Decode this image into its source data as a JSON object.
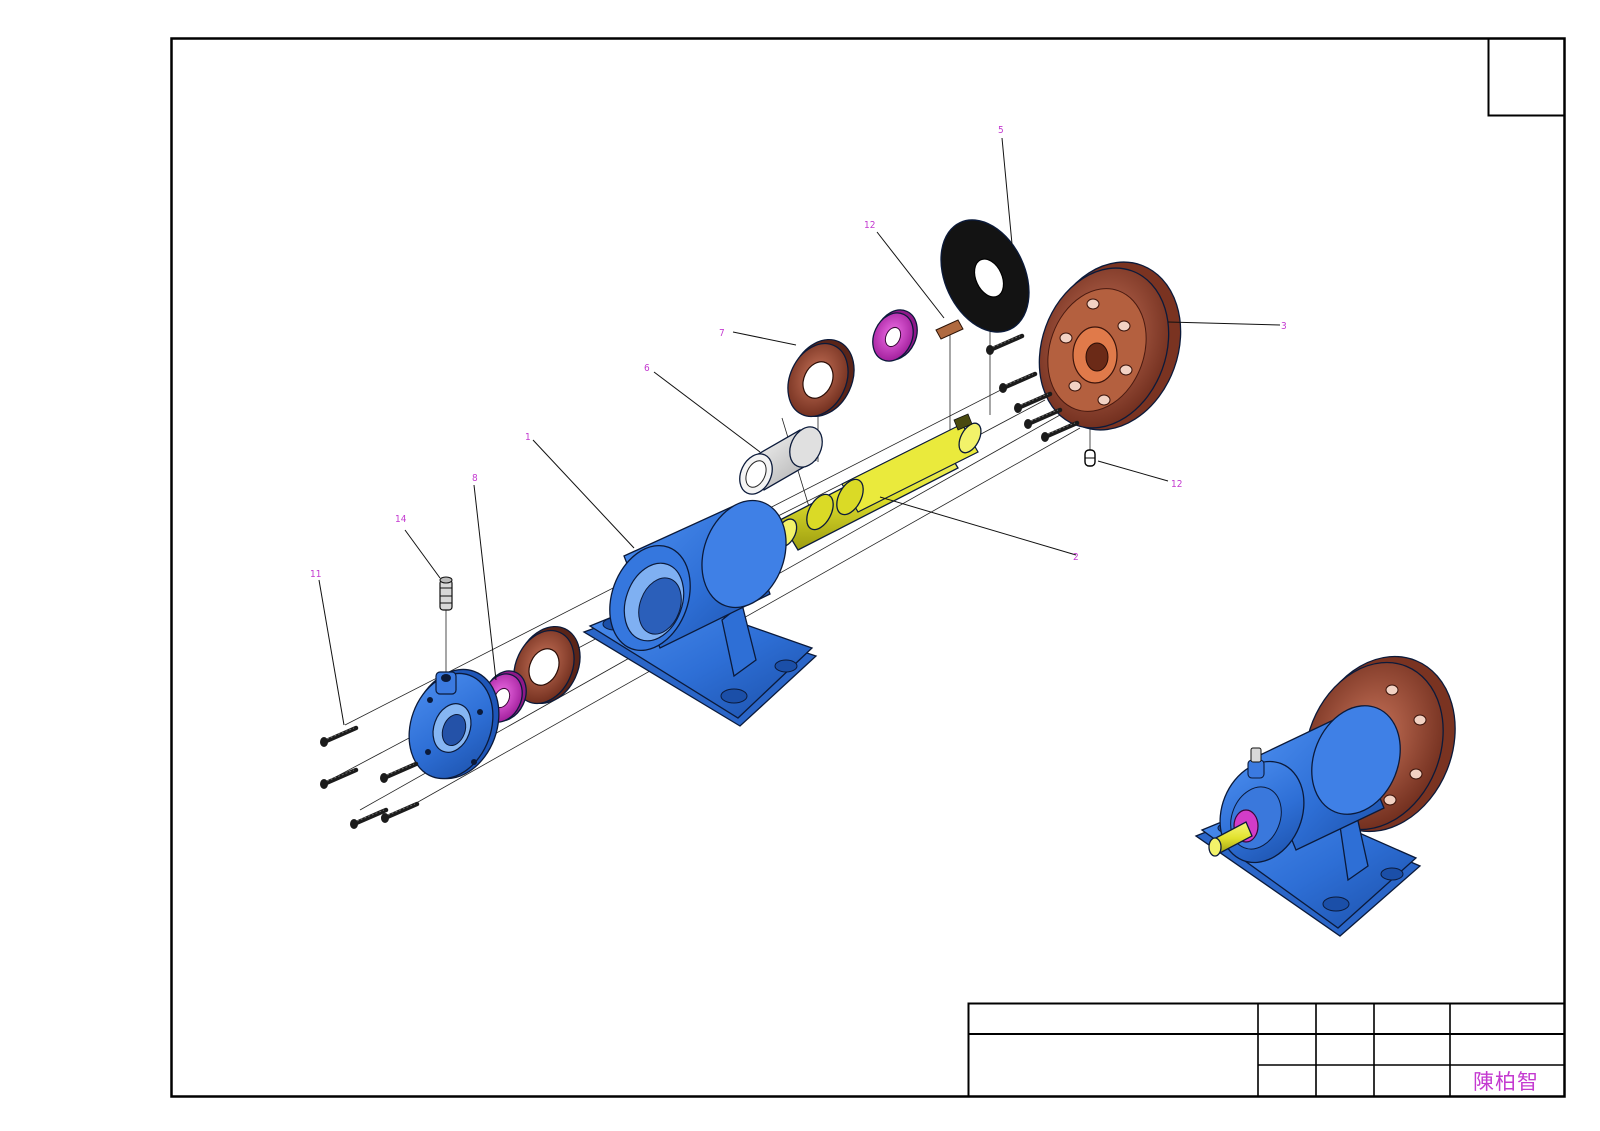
{
  "title_block": {
    "author": "陳柏智"
  },
  "balloons": [
    {
      "id": "balloon-1",
      "label": "1"
    },
    {
      "id": "balloon-2",
      "label": "2"
    },
    {
      "id": "balloon-3",
      "label": "3"
    },
    {
      "id": "balloon-5",
      "label": "5"
    },
    {
      "id": "balloon-6",
      "label": "6"
    },
    {
      "id": "balloon-7",
      "label": "7"
    },
    {
      "id": "balloon-8",
      "label": "8"
    },
    {
      "id": "balloon-11",
      "label": "11"
    },
    {
      "id": "balloon-12-top",
      "label": "12"
    },
    {
      "id": "balloon-12-right",
      "label": "12"
    },
    {
      "id": "balloon-14",
      "label": "14"
    }
  ],
  "colors": {
    "housing": "#2f6fd8",
    "shaft": "#e8e83a",
    "bearing": "#a9533f",
    "spacer": "#d23cc8",
    "sleeve": "#e6e6e6",
    "seal": "#151515",
    "pulley": "#b05a3c",
    "key": "#b06a40",
    "label": "#c43ad0"
  }
}
